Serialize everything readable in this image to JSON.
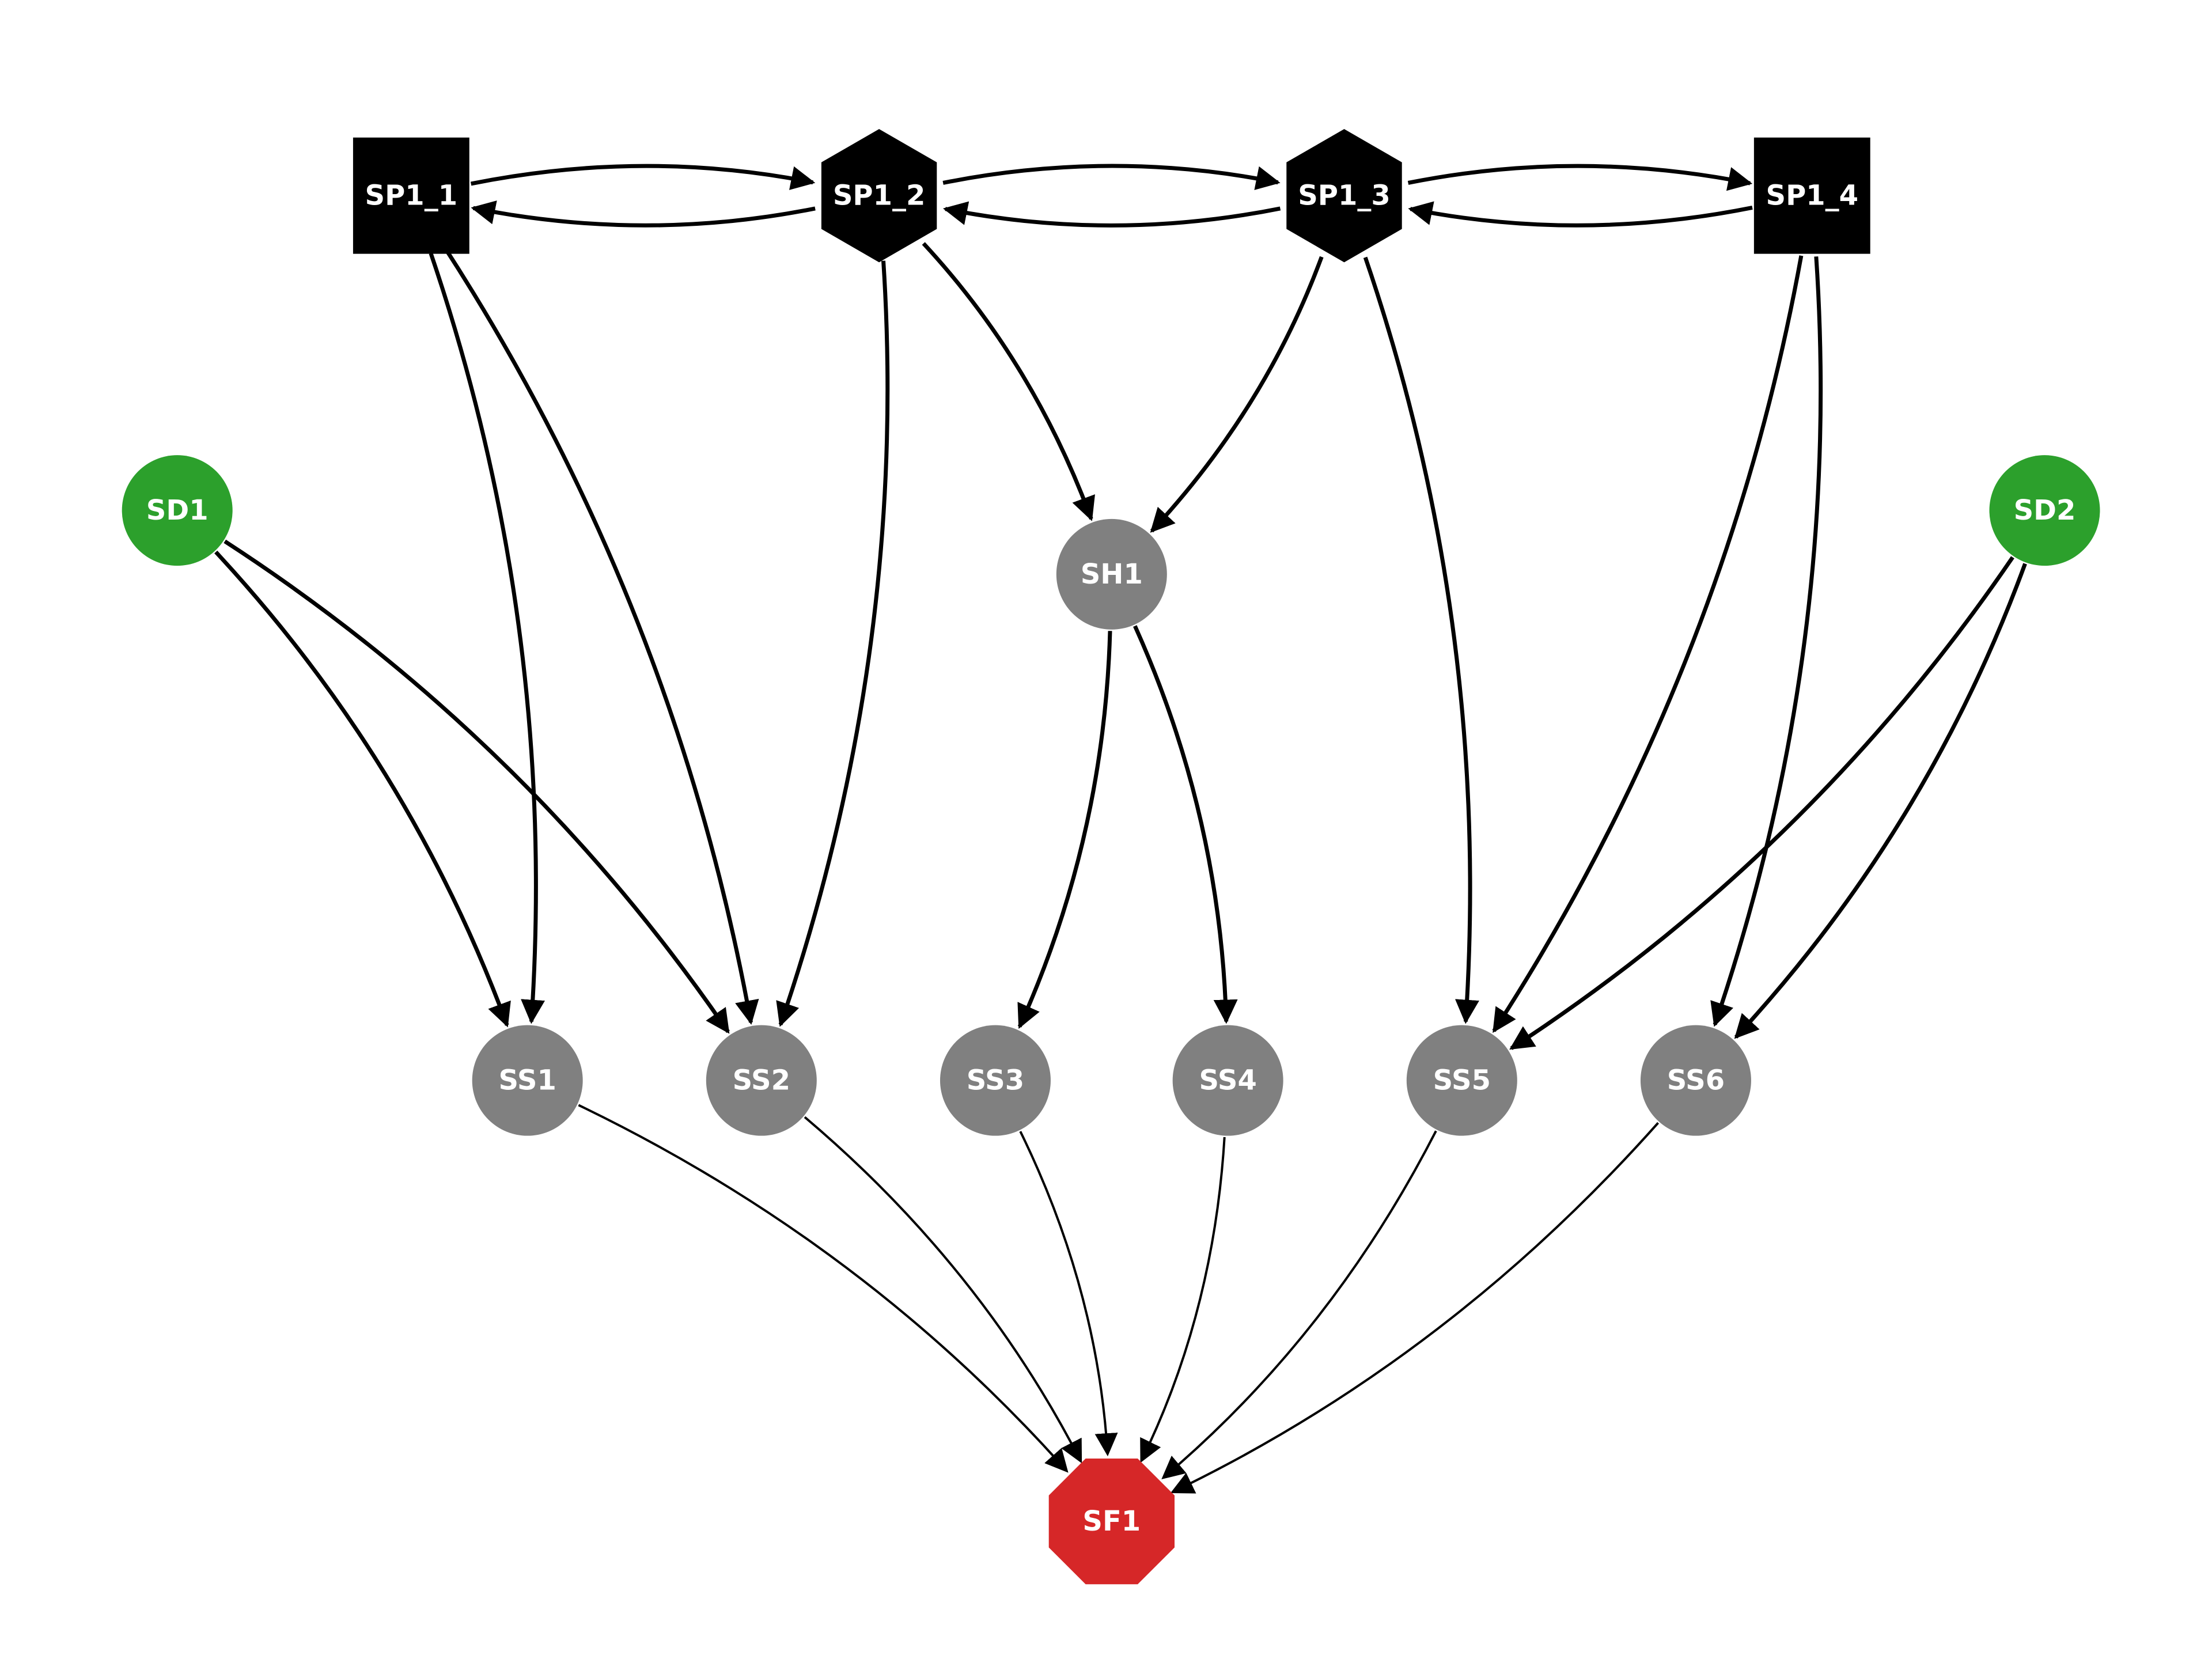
{
  "colors": {
    "background": "#ffffff",
    "edge": "#000000",
    "label": "#ffffff",
    "node_black": "#000000",
    "node_green": "#2ca02c",
    "node_gray": "#808080",
    "node_red": "#d62728"
  },
  "nodes": [
    {
      "id": "SP1_1",
      "label": "SP1_1",
      "shape": "square",
      "color": "#000000"
    },
    {
      "id": "SP1_2",
      "label": "SP1_2",
      "shape": "hexagon",
      "color": "#000000"
    },
    {
      "id": "SP1_3",
      "label": "SP1_3",
      "shape": "hexagon",
      "color": "#000000"
    },
    {
      "id": "SP1_4",
      "label": "SP1_4",
      "shape": "square",
      "color": "#000000"
    },
    {
      "id": "SD1",
      "label": "SD1",
      "shape": "circle",
      "color": "#2ca02c"
    },
    {
      "id": "SD2",
      "label": "SD2",
      "shape": "circle",
      "color": "#2ca02c"
    },
    {
      "id": "SH1",
      "label": "SH1",
      "shape": "circle",
      "color": "#808080"
    },
    {
      "id": "SS1",
      "label": "SS1",
      "shape": "circle",
      "color": "#808080"
    },
    {
      "id": "SS2",
      "label": "SS2",
      "shape": "circle",
      "color": "#808080"
    },
    {
      "id": "SS3",
      "label": "SS3",
      "shape": "circle",
      "color": "#808080"
    },
    {
      "id": "SS4",
      "label": "SS4",
      "shape": "circle",
      "color": "#808080"
    },
    {
      "id": "SS5",
      "label": "SS5",
      "shape": "circle",
      "color": "#808080"
    },
    {
      "id": "SS6",
      "label": "SS6",
      "shape": "circle",
      "color": "#808080"
    },
    {
      "id": "SF1",
      "label": "SF1",
      "shape": "octagon",
      "color": "#d62728"
    }
  ],
  "edges": [
    {
      "from": "SP1_1",
      "to": "SP1_2",
      "weight": "thick"
    },
    {
      "from": "SP1_2",
      "to": "SP1_1",
      "weight": "thick"
    },
    {
      "from": "SP1_2",
      "to": "SP1_3",
      "weight": "thick"
    },
    {
      "from": "SP1_3",
      "to": "SP1_2",
      "weight": "thick"
    },
    {
      "from": "SP1_3",
      "to": "SP1_4",
      "weight": "thick"
    },
    {
      "from": "SP1_4",
      "to": "SP1_3",
      "weight": "thick"
    },
    {
      "from": "SP1_1",
      "to": "SS1",
      "weight": "thick"
    },
    {
      "from": "SP1_1",
      "to": "SS2",
      "weight": "thick"
    },
    {
      "from": "SP1_2",
      "to": "SS2",
      "weight": "thick"
    },
    {
      "from": "SP1_2",
      "to": "SH1",
      "weight": "thick"
    },
    {
      "from": "SP1_3",
      "to": "SH1",
      "weight": "thick"
    },
    {
      "from": "SP1_3",
      "to": "SS5",
      "weight": "thick"
    },
    {
      "from": "SP1_4",
      "to": "SS5",
      "weight": "thick"
    },
    {
      "from": "SP1_4",
      "to": "SS6",
      "weight": "thick"
    },
    {
      "from": "SD1",
      "to": "SS1",
      "weight": "thick"
    },
    {
      "from": "SD1",
      "to": "SS2",
      "weight": "thick"
    },
    {
      "from": "SD2",
      "to": "SS5",
      "weight": "thick"
    },
    {
      "from": "SD2",
      "to": "SS6",
      "weight": "thick"
    },
    {
      "from": "SH1",
      "to": "SS3",
      "weight": "thick"
    },
    {
      "from": "SH1",
      "to": "SS4",
      "weight": "thick"
    },
    {
      "from": "SS1",
      "to": "SF1",
      "weight": "thin"
    },
    {
      "from": "SS2",
      "to": "SF1",
      "weight": "thin"
    },
    {
      "from": "SS3",
      "to": "SF1",
      "weight": "thin"
    },
    {
      "from": "SS4",
      "to": "SF1",
      "weight": "thin"
    },
    {
      "from": "SS5",
      "to": "SF1",
      "weight": "thin"
    },
    {
      "from": "SS6",
      "to": "SF1",
      "weight": "thin"
    }
  ]
}
